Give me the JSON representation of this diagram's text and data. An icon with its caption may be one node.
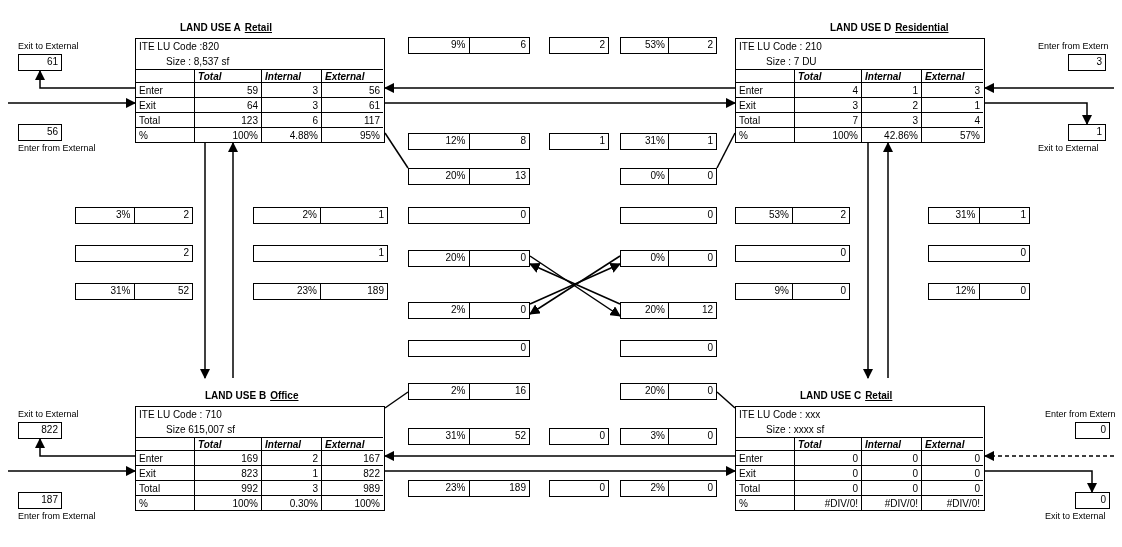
{
  "diagram": {
    "nodes": [
      {
        "text": [
          "LAND USE A",
          "Retail",
          "ITE LU Code :820",
          "Size : 8,537 sf",
          "Total",
          "Internal",
          "External",
          "Enter",
          "59",
          "3",
          "56",
          "Exit",
          "64",
          "3",
          "61",
          "Total",
          "123",
          "6",
          "117",
          "%",
          "100%",
          "4.88%",
          "95%"
        ]
      },
      {
        "text": [
          "61"
        ],
        "beside": [
          "Exit to External"
        ]
      },
      {
        "text": [
          "56"
        ],
        "beside": [
          "Enter from External"
        ]
      },
      {
        "text": [
          "9%",
          "6"
        ]
      },
      {
        "text": [
          "2"
        ]
      },
      {
        "text": [
          "53%",
          "2"
        ]
      },
      {
        "text": [
          "LAND USE D",
          "Residential",
          "ITE LU Code : 210",
          "Size : 7 DU",
          "Total",
          "Internal",
          "External",
          "Enter",
          "4",
          "1",
          "3",
          "Exit",
          "3",
          "2",
          "1",
          "Total",
          "7",
          "3",
          "4",
          "%",
          "100%",
          "42.86%",
          "57%"
        ]
      },
      {
        "text": [
          "3"
        ],
        "beside": [
          "Enter from Extern"
        ]
      },
      {
        "text": [
          "1"
        ],
        "beside": [
          "Exit to External"
        ]
      },
      {
        "text": [
          "12%",
          "8"
        ]
      },
      {
        "text": [
          "1"
        ]
      },
      {
        "text": [
          "31%",
          "1"
        ]
      },
      {
        "text": [
          "20%",
          "13"
        ]
      },
      {
        "text": [
          "0%",
          "0"
        ]
      },
      {
        "text": [
          "3%",
          "2"
        ]
      },
      {
        "text": [
          "2%",
          "1"
        ]
      },
      {
        "text": [
          "0"
        ]
      },
      {
        "text": [
          "0"
        ]
      },
      {
        "text": [
          "53%",
          "2"
        ]
      },
      {
        "text": [
          "31%",
          "1"
        ]
      },
      {
        "text": [
          "2"
        ]
      },
      {
        "text": [
          "1"
        ]
      },
      {
        "text": [
          "20%",
          "0"
        ]
      },
      {
        "text": [
          "0%",
          "0"
        ]
      },
      {
        "text": [
          "0"
        ]
      },
      {
        "text": [
          "0"
        ]
      },
      {
        "text": [
          "31%",
          "52"
        ]
      },
      {
        "text": [
          "23%",
          "189"
        ]
      },
      {
        "text": [
          "9%",
          "0"
        ]
      },
      {
        "text": [
          "12%",
          "0"
        ]
      },
      {
        "text": [
          "2%",
          "0"
        ]
      },
      {
        "text": [
          "20%",
          "12"
        ]
      },
      {
        "text": [
          "0"
        ]
      },
      {
        "text": [
          "0"
        ]
      },
      {
        "text": [
          "LAND USE B",
          "Office",
          "ITE LU Code : 710",
          "Size 615,007 sf",
          "Total",
          "Internal",
          "External",
          "Enter",
          "169",
          "2",
          "167",
          "Exit",
          "823",
          "1",
          "822",
          "Total",
          "992",
          "3",
          "989",
          "%",
          "100%",
          "0.30%",
          "100%"
        ]
      },
      {
        "text": [
          "2%",
          "16"
        ]
      },
      {
        "text": [
          "20%",
          "0"
        ]
      },
      {
        "text": [
          "LAND USE C",
          "Retail",
          "ITE LU Code : xxx",
          "Size : xxxx sf",
          "Total",
          "Internal",
          "External",
          "Enter",
          "0",
          "0",
          "0",
          "Exit",
          "0",
          "0",
          "0",
          "Total",
          "0",
          "0",
          "0",
          "%",
          "#DIV/0!",
          "#DIV/0!",
          "#DIV/0!"
        ]
      },
      {
        "text": [
          "822"
        ],
        "beside": [
          "Exit to External"
        ]
      },
      {
        "text": [
          "31%",
          "52"
        ]
      },
      {
        "text": [
          "0"
        ]
      },
      {
        "text": [
          "3%",
          "0"
        ]
      },
      {
        "text": [
          "0"
        ],
        "beside": [
          "Enter from Extern"
        ]
      },
      {
        "text": [
          "187"
        ],
        "beside": [
          "Enter from External"
        ]
      },
      {
        "text": [
          "23%",
          "189"
        ]
      },
      {
        "text": [
          "0"
        ]
      },
      {
        "text": [
          "2%",
          "0"
        ]
      },
      {
        "text": [
          "0"
        ],
        "beside": [
          "Exit to External"
        ]
      }
    ],
    "edges": [
      {
        "from": 0,
        "to": 1,
        "arrow": "to"
      },
      {
        "from": null,
        "to": 0,
        "arrow": "to"
      },
      {
        "from": 6,
        "to": 0,
        "arrow": "to"
      },
      {
        "from": 0,
        "to": 6,
        "arrow": "to"
      },
      {
        "from": 6,
        "to": 8,
        "arrow": "to"
      },
      {
        "from": null,
        "to": 6,
        "arrow": "to"
      },
      {
        "from": 0,
        "to": 34,
        "arrow": "to"
      },
      {
        "from": 34,
        "to": 0,
        "arrow": "to"
      },
      {
        "from": 6,
        "to": 37,
        "arrow": "to"
      },
      {
        "from": 37,
        "to": 6,
        "arrow": "to"
      },
      {
        "from": 37,
        "to": 34,
        "arrow": "to"
      },
      {
        "from": 34,
        "to": 37,
        "arrow": "to"
      },
      {
        "from": 34,
        "to": 38,
        "arrow": "to"
      },
      {
        "from": null,
        "to": 34,
        "arrow": "to"
      },
      {
        "from": null,
        "to": 37,
        "arrow": "to",
        "style": "dashed"
      },
      {
        "from": 37,
        "to": 47,
        "arrow": "to"
      },
      {
        "from": 0,
        "to": 12,
        "arrow": "none"
      },
      {
        "from": 6,
        "to": 13,
        "arrow": "none"
      },
      {
        "from": 34,
        "to": 35,
        "arrow": "none"
      },
      {
        "from": 37,
        "to": 36,
        "arrow": "none"
      },
      {
        "from": 22,
        "to": 31,
        "arrow": "to"
      },
      {
        "from": 30,
        "to": 23,
        "arrow": "to"
      },
      {
        "from": 23,
        "to": 30,
        "arrow": "to"
      },
      {
        "from": 31,
        "to": 22,
        "arrow": "to"
      }
    ]
  }
}
